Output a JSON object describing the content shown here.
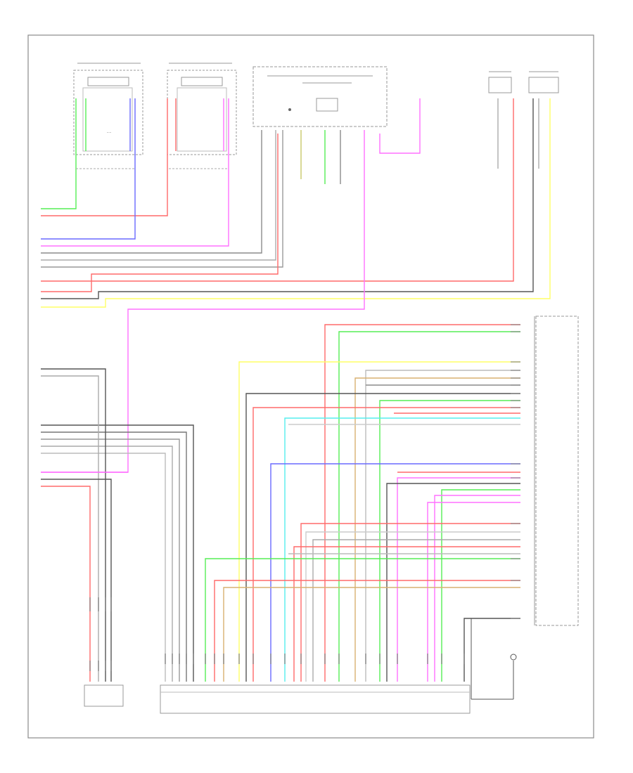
{
  "diagram": {
    "footer_code": "",
    "colors": {
      "frame": "#8a8a8a",
      "gray": "#8c8c8c",
      "green": "#55ee55",
      "red": "#ff6a6a",
      "blue": "#6a6aff",
      "pink": "#ff70ff",
      "yellow": "#ffff66",
      "cyan": "#55eeee",
      "tan": "#d8b070",
      "black": "#333333",
      "white": "#cccccc"
    },
    "components": [
      {
        "id": "left-rear-speaker-top",
        "label": ""
      },
      {
        "id": "right-rear-speaker-top",
        "label": ""
      },
      {
        "id": "top-center-junction-box",
        "label": ""
      },
      {
        "id": "top-right-component-1",
        "label": ""
      },
      {
        "id": "top-right-component-2",
        "label": ""
      },
      {
        "id": "right-connector-block",
        "label": ""
      },
      {
        "id": "bottom-main-connector",
        "label": ""
      },
      {
        "id": "left-bottom-module",
        "label": ""
      },
      {
        "id": "ground-symbol",
        "label": ""
      }
    ]
  }
}
